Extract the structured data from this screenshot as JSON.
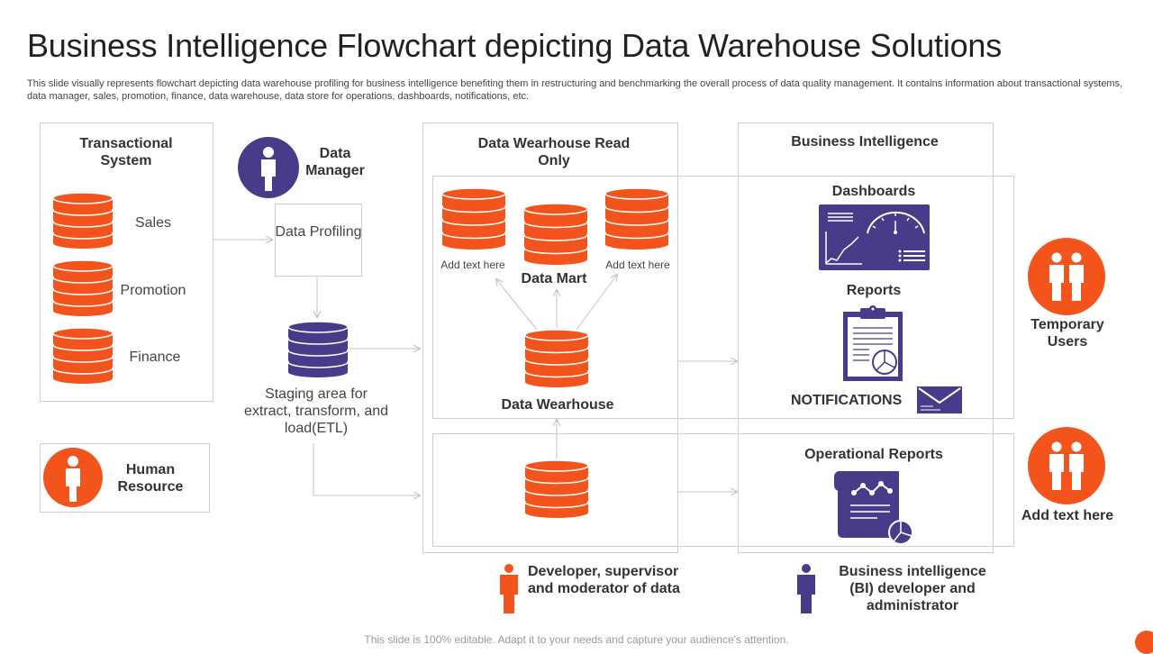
{
  "title": "Business Intelligence Flowchart depicting Data Warehouse Solutions",
  "description": "This slide visually represents flowchart depicting data warehouse profiling for business intelligence benefiting them in restructuring and benchmarking the overall process of data quality management. It contains information about transactional systems, data manager, sales, promotion, finance, data warehouse, data store for operations, dashboards, notifications, etc.",
  "colors": {
    "orange": "#f2541b",
    "purple": "#4a3a8a",
    "border": "#cfcfcf",
    "arrow": "#bbbbbb"
  },
  "transactional": {
    "header": "Transactional System",
    "items": [
      "Sales",
      "Promotion",
      "Finance"
    ]
  },
  "human_resource": "Human Resource",
  "data_manager": "Data Manager",
  "data_profiling": "Data Profiling",
  "staging": "Staging area for extract, transform, and load(ETL)",
  "warehouse": {
    "header": "Data Wearhouse Read Only",
    "add_text_left": "Add text here",
    "add_text_right": "Add text here",
    "data_mart": "Data Mart",
    "data_warehouse": "Data Wearhouse"
  },
  "bi": {
    "header": "Business Intelligence",
    "dashboards": "Dashboards",
    "reports": "Reports",
    "notifications": "NOTIFICATIONS",
    "operational_reports": "Operational Reports"
  },
  "users": {
    "temporary": "Temporary Users",
    "add_text": "Add text here"
  },
  "roles": {
    "developer": "Developer, supervisor and moderator of data",
    "bi_developer": "Business intelligence (BI) developer and administrator"
  },
  "footer": "This slide is 100% editable. Adapt it to your needs and capture your audience's attention."
}
